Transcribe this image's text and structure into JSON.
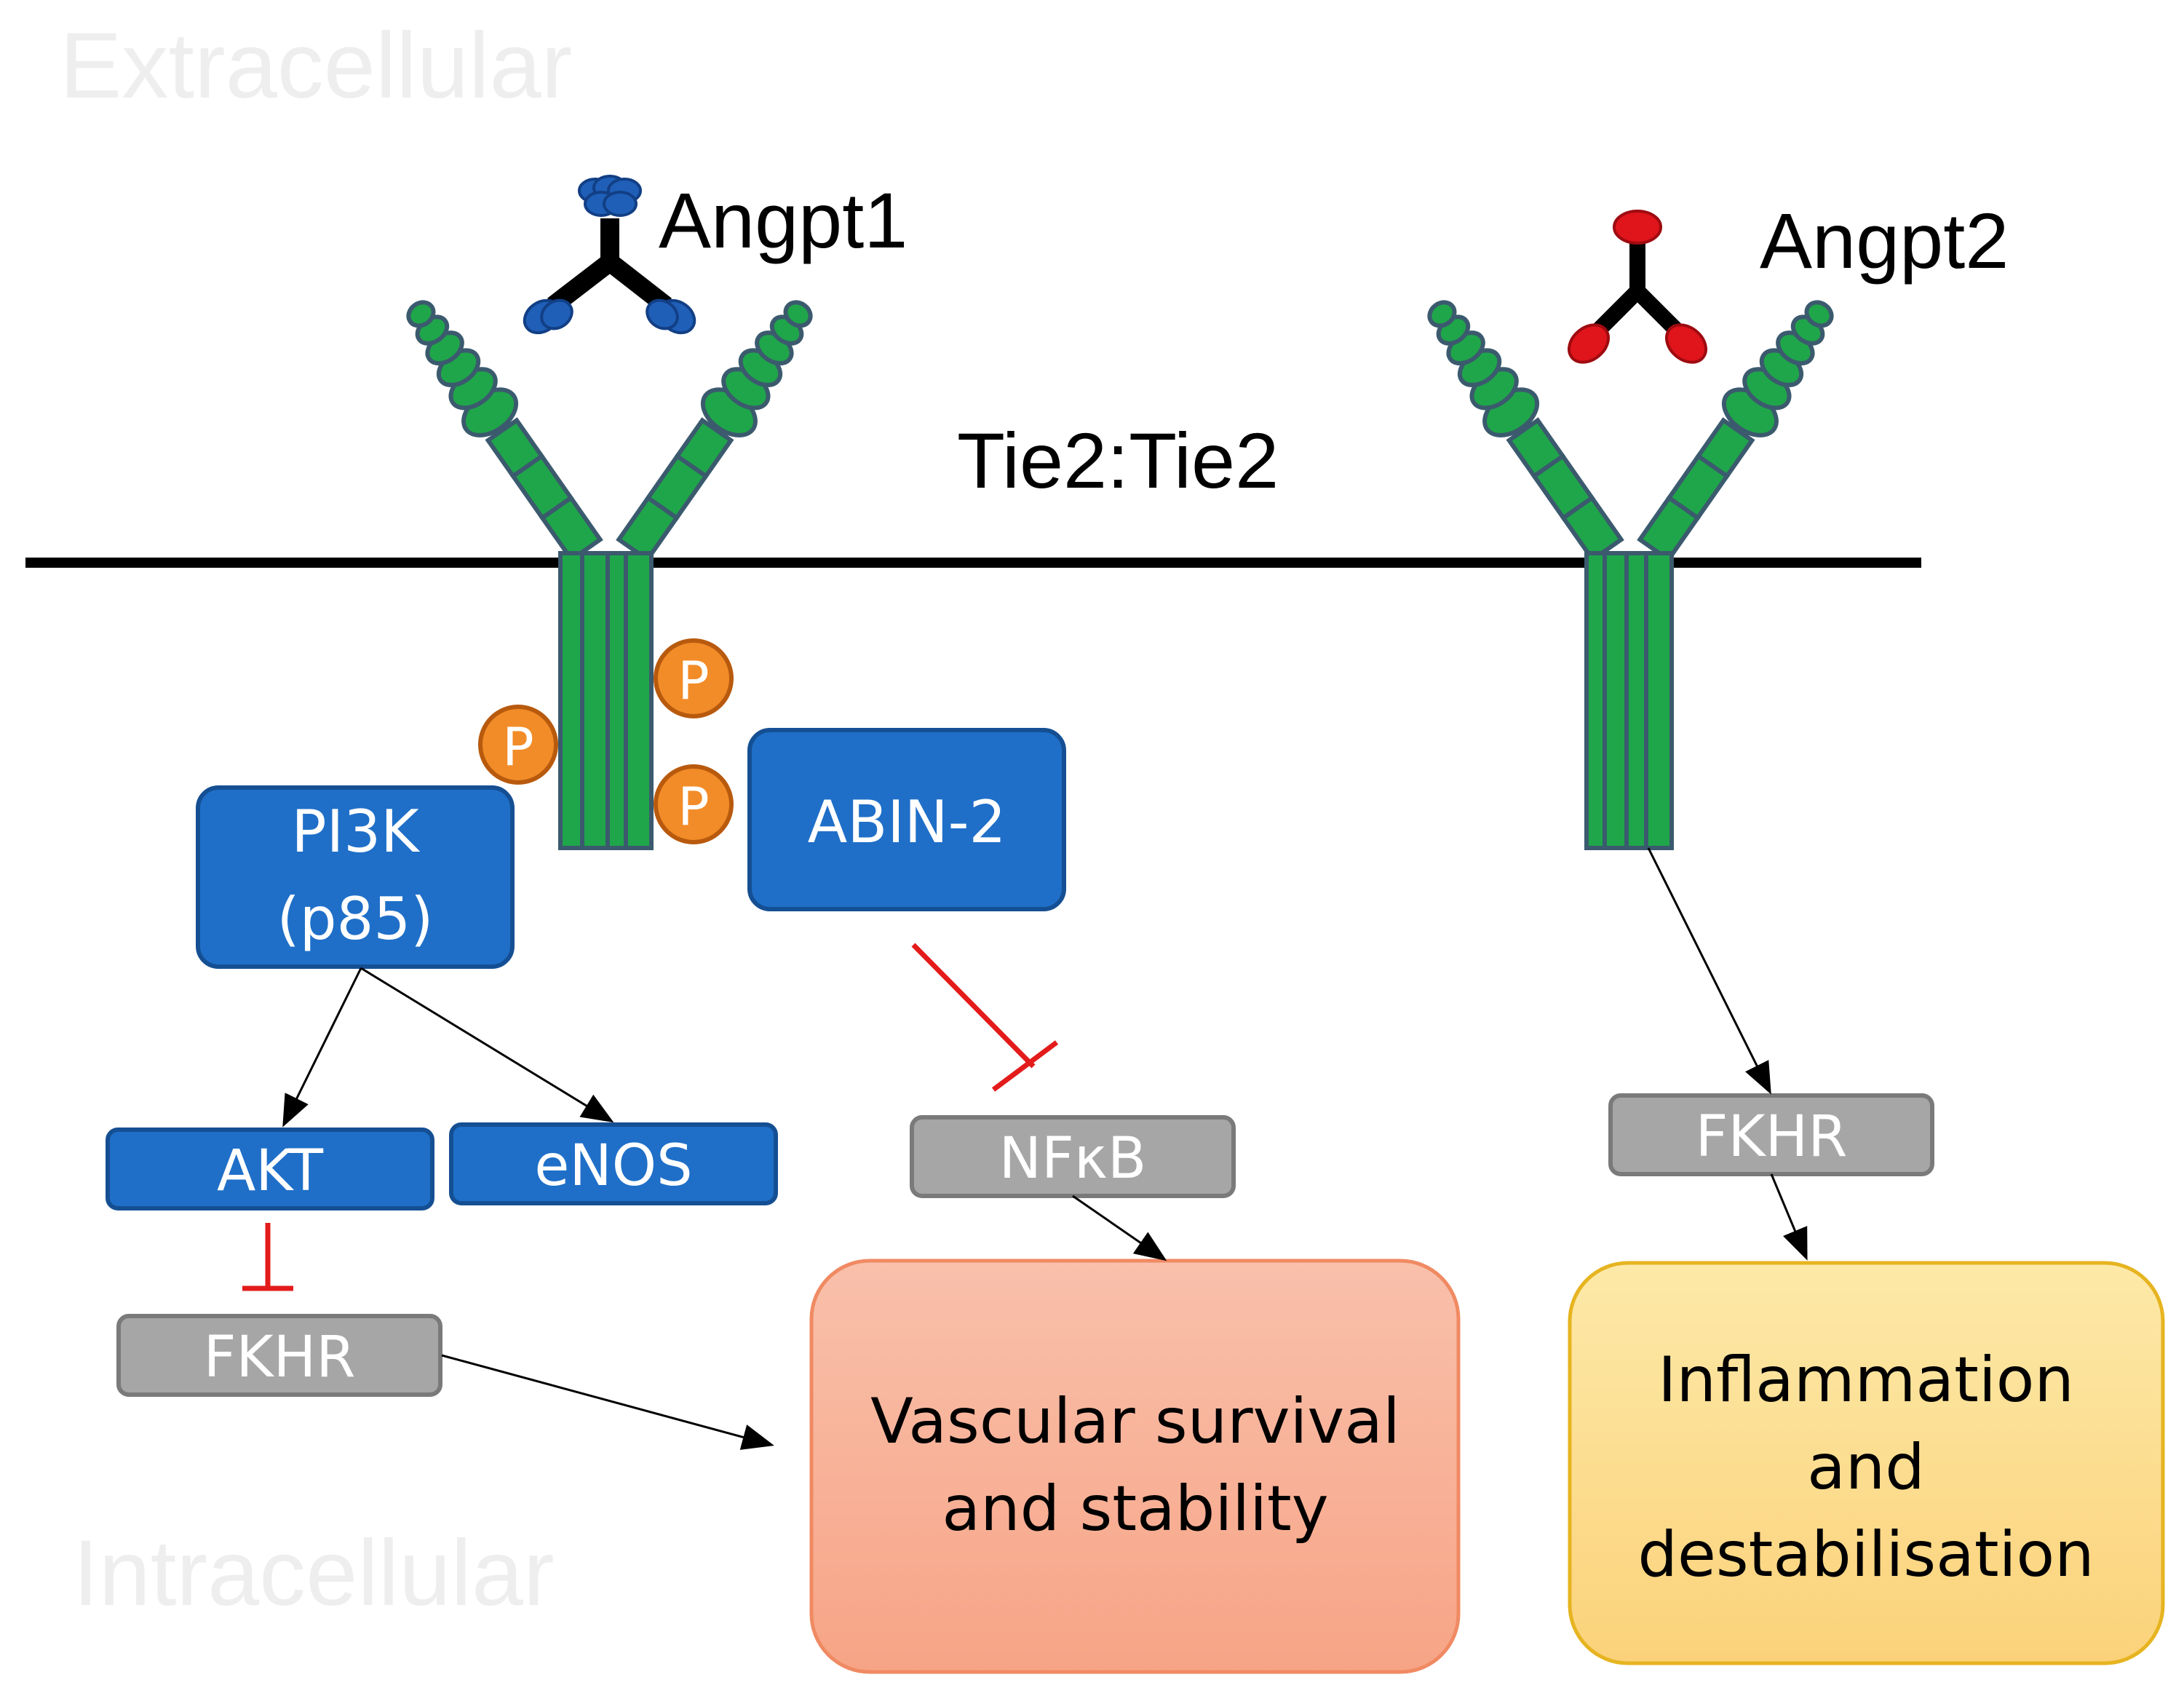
{
  "regions": {
    "extracellular": "Extracellular",
    "intracellular": "Intracellular"
  },
  "ligands": {
    "angpt1": "Angpt1",
    "angpt2": "Angpt2"
  },
  "receptor": {
    "label": "Tie2:Tie2"
  },
  "phospho": {
    "p": "P"
  },
  "nodes": {
    "pi3k_line1": "PI3K",
    "pi3k_line2": "(p85)",
    "abin2": "ABIN-2",
    "akt": "AKT",
    "enos": "eNOS",
    "nfkb": "NFκB",
    "fkhr_left": "FKHR",
    "fkhr_right": "FKHR"
  },
  "outcomes": {
    "survival_line1": "Vascular survival",
    "survival_line2": "and stability",
    "inflam_line1": "Inflammation",
    "inflam_line2": "and",
    "inflam_line3": "destabilisation"
  },
  "colors": {
    "receptor_green": "#1fa64a",
    "receptor_outline": "#3b5a6e",
    "blue_box": "#1f6fc8",
    "grey_box": "#a6a6a6",
    "phospho_orange": "#f28c28",
    "inhibit_red": "#e31b1b",
    "angpt2_red": "#e0141b",
    "survival_fill": "#f7a98e",
    "inflam_fill": "#fbd67a"
  }
}
